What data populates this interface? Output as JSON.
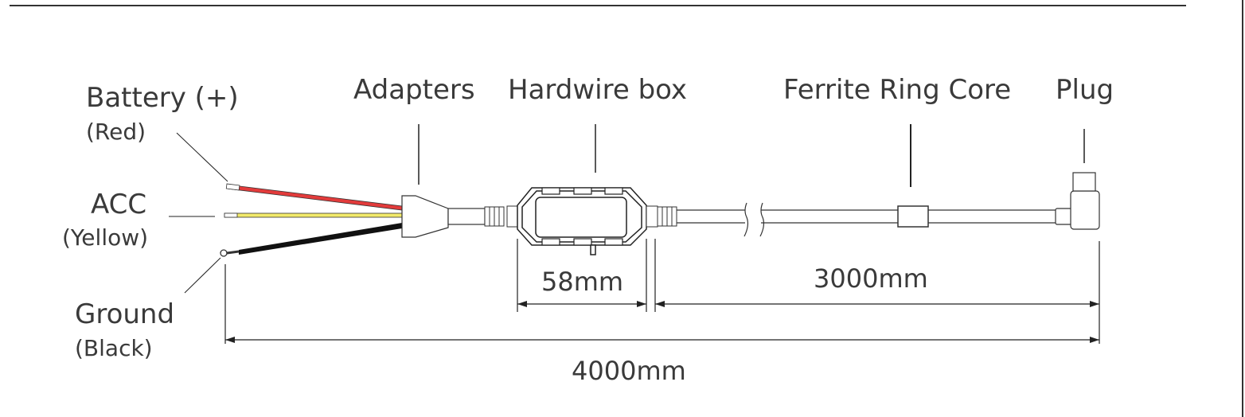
{
  "labels": {
    "battery": "Battery (+)",
    "battery_color": "(Red)",
    "acc": "ACC",
    "acc_color": "(Yellow)",
    "ground": "Ground",
    "ground_color": "(Black)",
    "adapters": "Adapters",
    "hardwire_box": "Hardwire box",
    "ferrite": "Ferrite Ring Core",
    "plug": "Plug"
  },
  "dimensions": {
    "box_length": "58mm",
    "cable_length": "3000mm",
    "total_length": "4000mm"
  },
  "colors": {
    "red_wire": "#e23b3b",
    "yellow_wire": "#f2ea6a",
    "black_wire": "#111111",
    "line": "#333333",
    "text": "#3a3a3a"
  }
}
